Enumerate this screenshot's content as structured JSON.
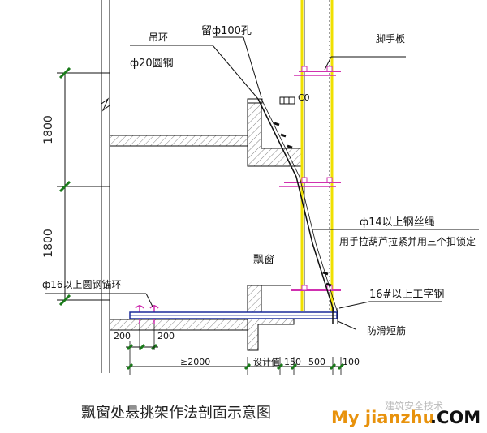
{
  "labels": {
    "hook_ring": "吊环",
    "hook_ring_rod": "ф20圆钢",
    "hole": "留ф100孔",
    "scaffold_board": "脚手板",
    "wire_rope": "ф14以上钢丝绳",
    "wire_rope_note": "用手拉葫芦拉紧并用三个扣锁定",
    "bay_window": "飘窗",
    "anchor_ring": "ф16以上圆钢锚环",
    "i_beam": "16#以上工字钢",
    "anti_slip": "防滑短筋",
    "small_code": "C0"
  },
  "dimensions": {
    "vertical_upper": "1800",
    "vertical_lower": "1800",
    "spacing_left": "200",
    "spacing_right": "200",
    "anchor_length": "≥2000",
    "design_value": "设计值",
    "d150": "150",
    "d500": "500",
    "d100": "100"
  },
  "caption": "飘窗处悬挑架作法剖面示意图",
  "watermark": {
    "brand_orange": "My jianzhu",
    "brand_black": ".COM",
    "faint_text": "建筑安全技术"
  },
  "colors": {
    "line": "#111111",
    "yellow": "#f0e000",
    "magenta": "#d030b0",
    "blue": "#1a2a9a",
    "green": "#1a7a1a",
    "orange": "#e8920c"
  }
}
